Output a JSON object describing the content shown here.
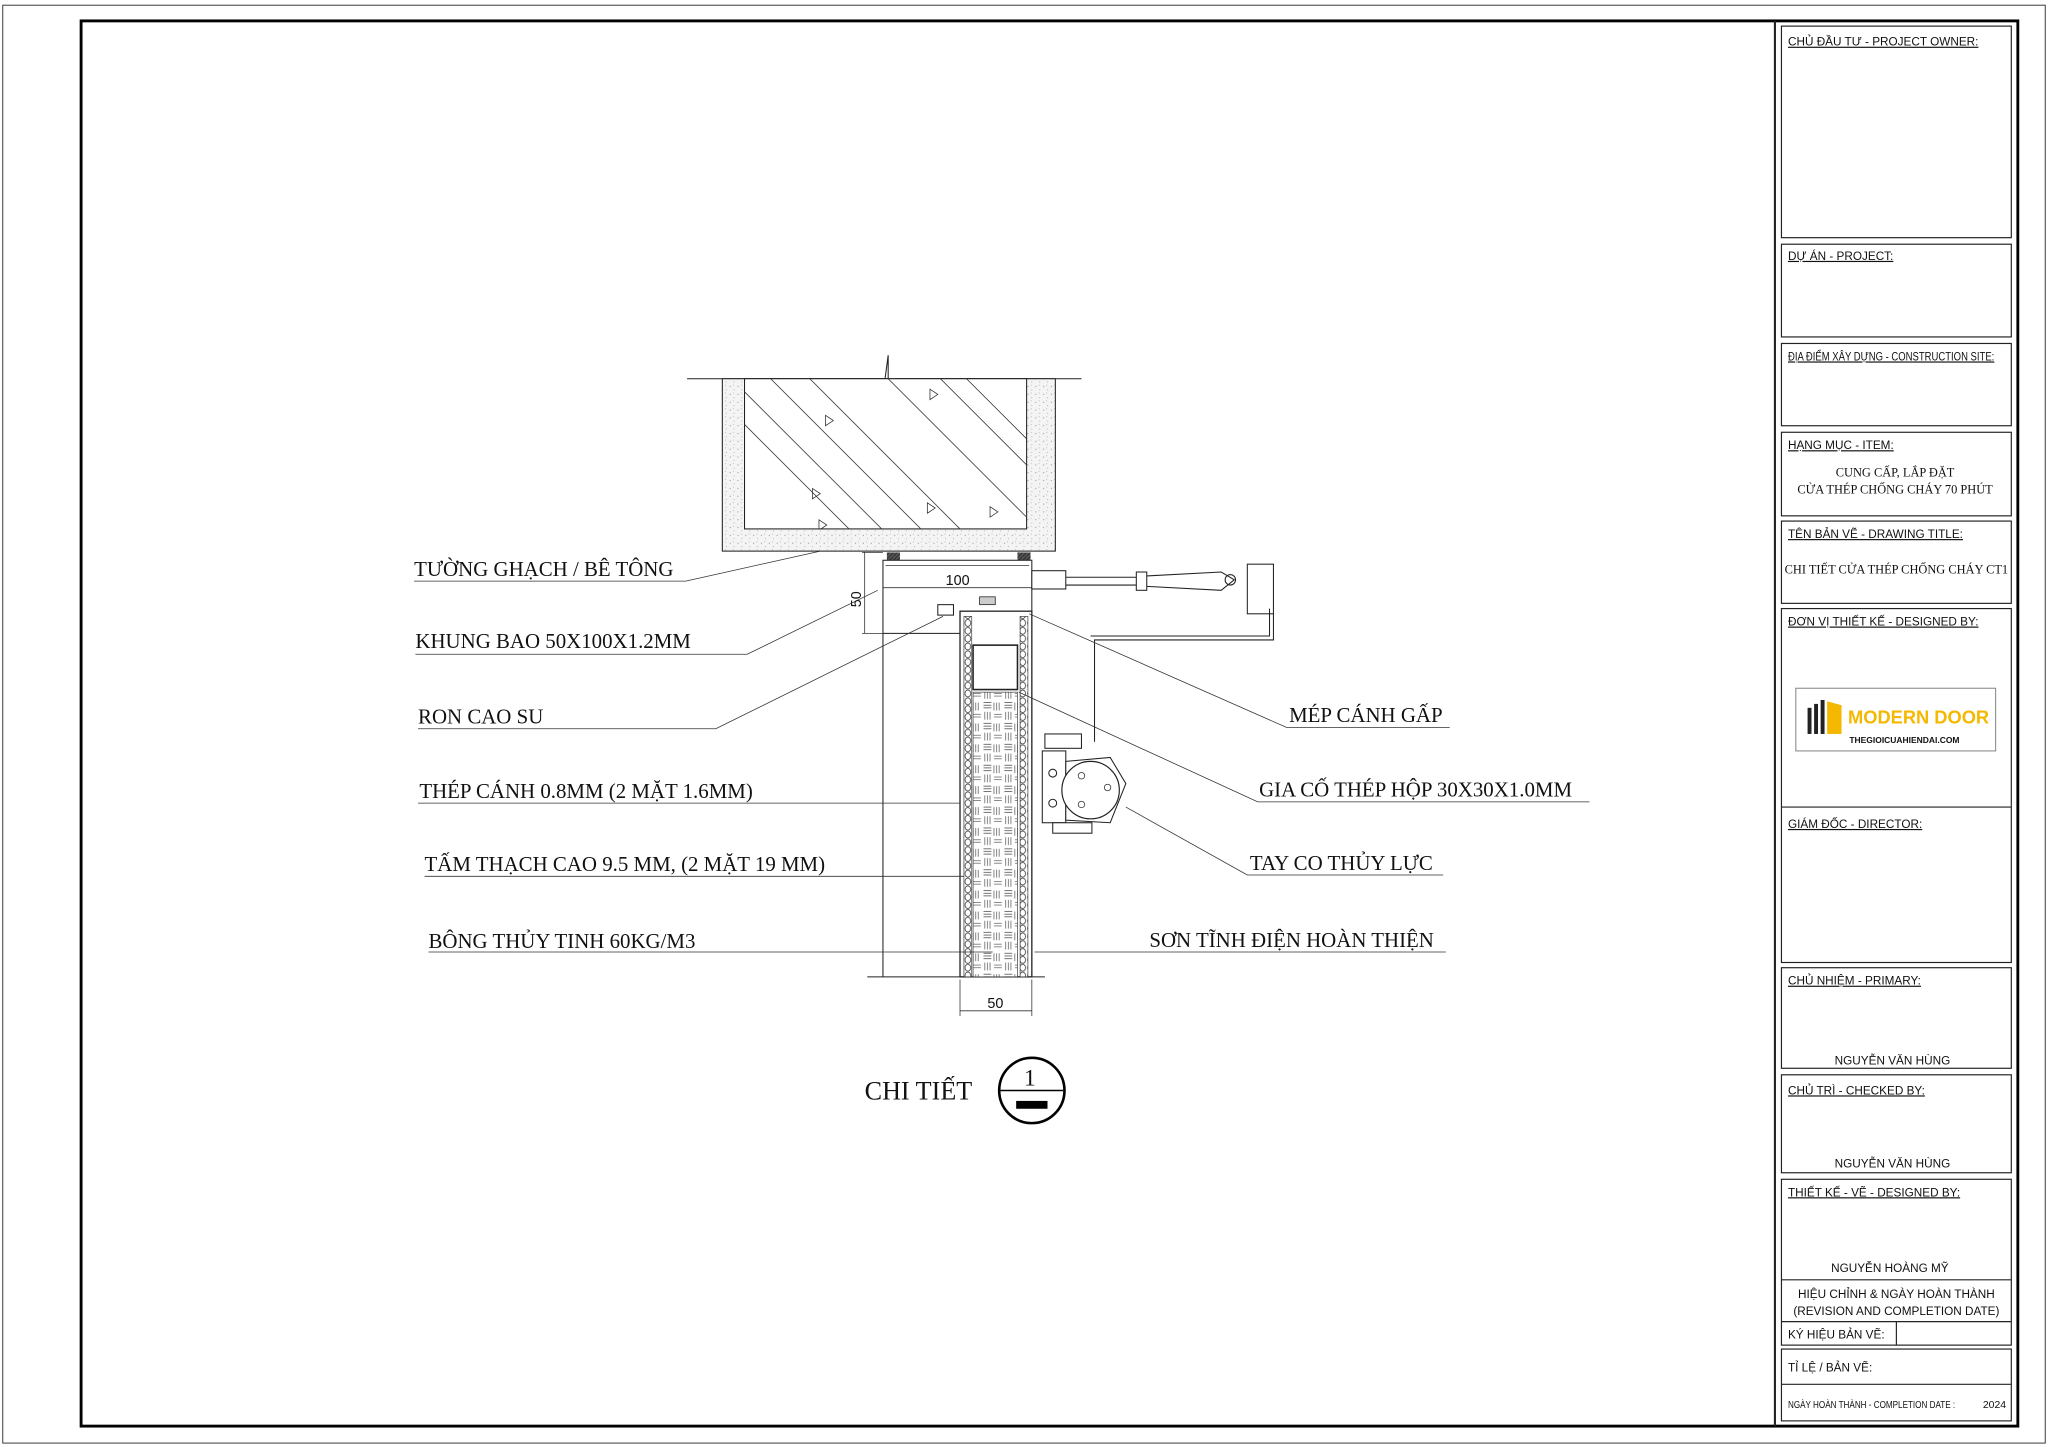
{
  "drawing": {
    "left_labels": [
      "TƯỜNG GHẠCH / BÊ TÔNG",
      "KHUNG BAO 50X100X1.2MM",
      "RON CAO SU",
      "THÉP CÁNH 0.8MM (2 MẶT 1.6MM)",
      "TẤM THẠCH CAO 9.5 MM, (2 MẶT 19 MM)",
      "BÔNG THỦY TINH 60KG/M3"
    ],
    "right_labels": [
      "MÉP CÁNH GẤP",
      "GIA CỐ THÉP HỘP 30X30X1.0MM",
      "TAY CO THỦY LỰC",
      "SƠN TĨNH ĐIỆN HOÀN THIỆN"
    ],
    "dimensions": {
      "frame_width": "100",
      "frame_depth": "50",
      "leaf_thickness": "50"
    },
    "detail_title": "CHI TIẾT",
    "detail_number": "1"
  },
  "title_block": {
    "owner_label": "CHỦ ĐẦU TƯ - PROJECT OWNER:",
    "project_label": "DỰ ÁN - PROJECT:",
    "site_label": "ĐỊA ĐIỂM XÂY DỰNG - CONSTRUCTION SITE:",
    "item_label": "HẠNG MỤC - ITEM:",
    "item_line1": "CUNG CẤP, LẮP ĐẶT",
    "item_line2": "CỬA THÉP CHỐNG CHÁY 70 PHÚT",
    "drawing_title_label": "TÊN BẢN VẼ - DRAWING TITLE:",
    "drawing_title": "CHI TIẾT CỬA THÉP CHỐNG CHÁY CT1",
    "designed_by_unit_label": "ĐƠN VỊ THIẾT KẾ - DESIGNED BY:",
    "logo_name": "MODERN DOOR",
    "logo_url": "THEGIOICUAHIENDAI.COM",
    "director_label": "GIÁM ĐỐC - DIRECTOR:",
    "primary_label": "CHỦ NHIỆM - PRIMARY:",
    "primary_name": "NGUYỄN VĂN HÙNG",
    "checked_label": "CHỦ TRÌ - CHECKED BY:",
    "checked_name": "NGUYỄN VĂN HÙNG",
    "designer_label": "THIẾT KẾ - VẼ - DESIGNED BY:",
    "designer_name": "NGUYỄN HOÀNG MỸ",
    "revision_line1": "HIỆU CHỈNH & NGÀY HOÀN THÀNH",
    "revision_line2": "(REVISION AND COMPLETION DATE)",
    "sheet_code_label": "KÝ HIỆU BẢN VẼ:",
    "scale_label": "TỈ LỆ / BẢN VẼ:",
    "completion_label": "NGÀY HOÀN THÀNH - COMPLETION DATE :",
    "completion_year": "2024"
  },
  "colors": {
    "logo_yellow": "#f5b800",
    "ink": "#111111"
  }
}
